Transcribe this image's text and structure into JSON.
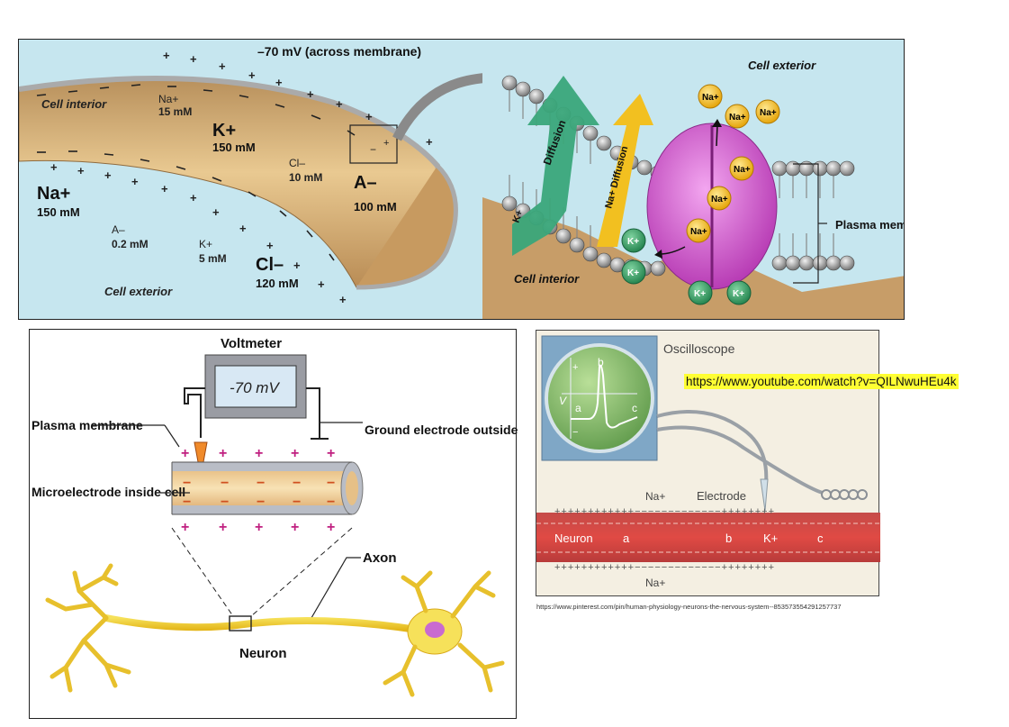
{
  "top_panel": {
    "membrane_potential_label": "–70 mV (across membrane)",
    "cell_interior": "Cell interior",
    "cell_exterior": "Cell exterior",
    "na_inside": {
      "ion": "Na+",
      "conc": "15 mM"
    },
    "k_inside": {
      "ion": "K+",
      "conc": "150 mM"
    },
    "cl_inside": {
      "ion": "Cl–",
      "conc": "10 mM"
    },
    "a_inside": {
      "ion": "A–",
      "conc": "100 mM"
    },
    "na_outside": {
      "ion": "Na+",
      "conc": "150 mM"
    },
    "a_outside": {
      "ion": "A–",
      "conc": "0.2 mM"
    },
    "k_outside": {
      "ion": "K+",
      "conc": "5 mM"
    },
    "cl_outside": {
      "ion": "Cl–",
      "conc": "120 mM"
    }
  },
  "membrane_panel": {
    "cell_exterior": "Cell exterior",
    "cell_interior": "Cell interior",
    "k_diffusion": "K+",
    "diffusion": "Diffusion",
    "na_diffusion": "Na+ Diffusion",
    "plasma_membrane": "Plasma membrane",
    "na_ion": "Na+",
    "k_ion": "K+"
  },
  "voltmeter_panel": {
    "voltmeter": "Voltmeter",
    "reading": "-70 mV",
    "plasma_membrane": "Plasma membrane",
    "ground_electrode": "Ground electrode outside cell",
    "microelectrode": "Microelectrode inside cell",
    "axon": "Axon",
    "neuron": "Neuron"
  },
  "oscilloscope_panel": {
    "oscilloscope": "Oscilloscope",
    "electrode": "Electrode",
    "neuron": "Neuron",
    "na_top": "Na+",
    "na_bottom": "Na+",
    "k": "K+",
    "v": "V",
    "a": "a",
    "b": "b",
    "c": "c",
    "plus": "+",
    "minus": "−"
  },
  "youtube_url": "https://www.youtube.com/watch?v=QILNwuHEu4k",
  "source_url": "https://www.pinterest.com/pin/human-physiology-neurons-the-nervous-system--853573554291257737"
}
